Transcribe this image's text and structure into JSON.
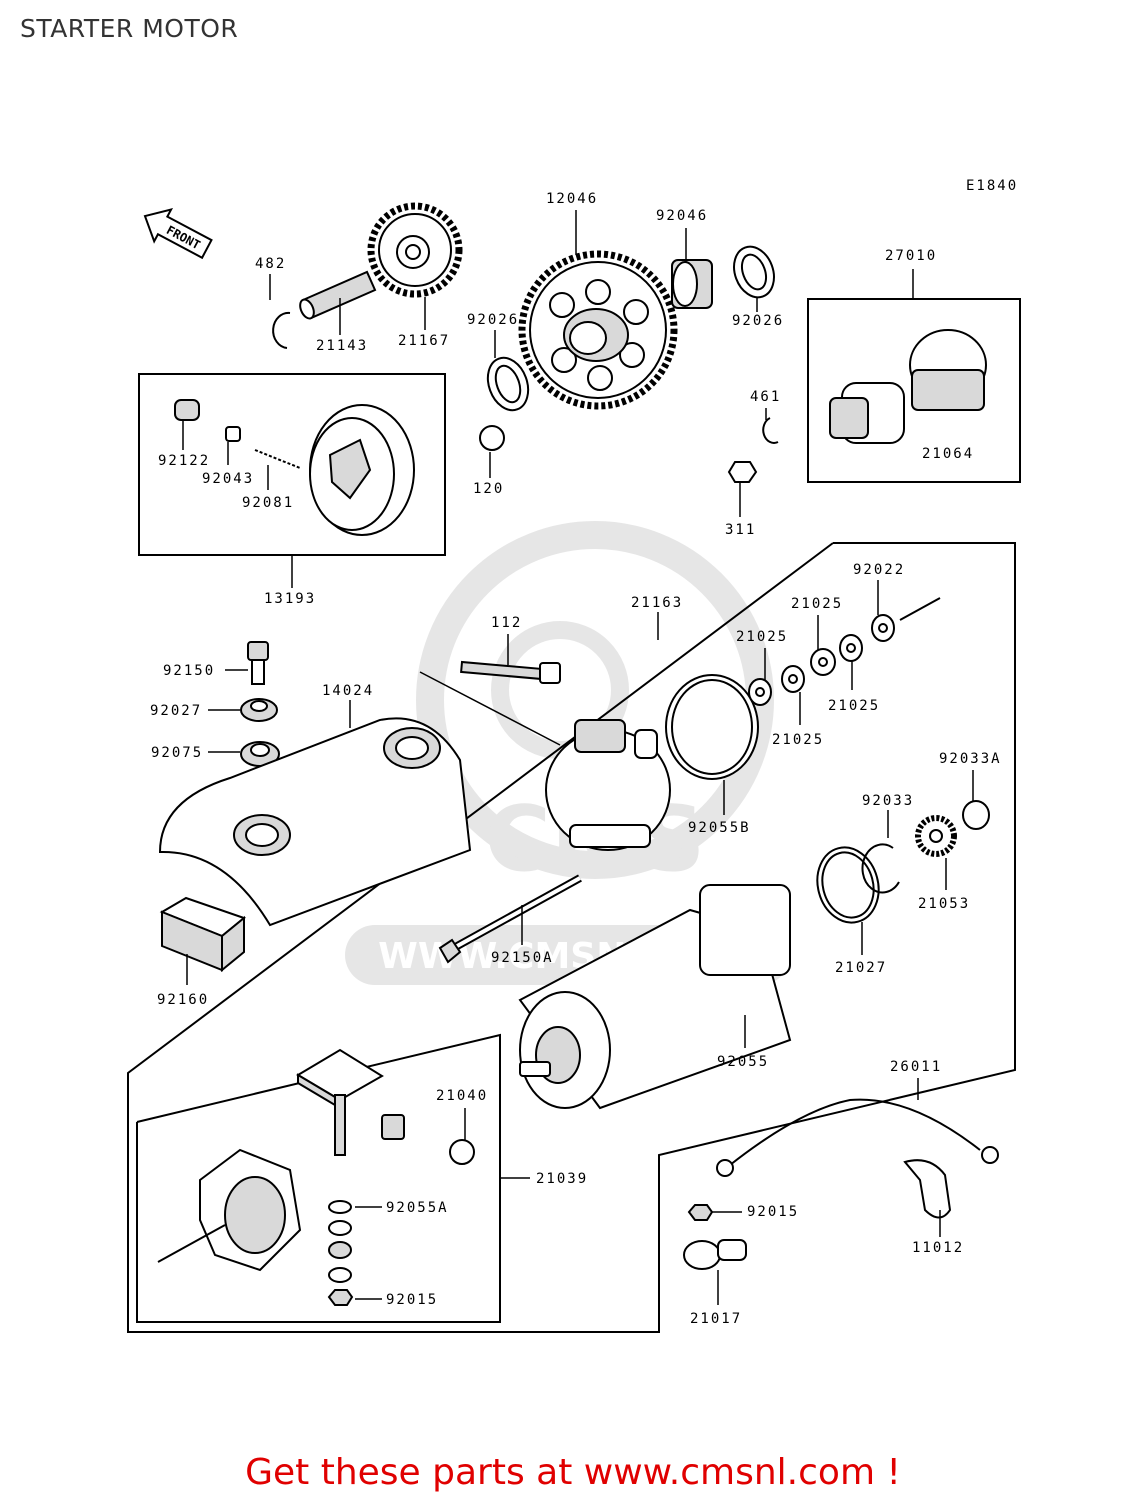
{
  "page": {
    "title": "STARTER MOTOR",
    "diagram_code": "E1840",
    "front_label": "FRONT",
    "watermark_url": "WWW.CMSNL.COM",
    "watermark_brand": "CMS",
    "cta": "Get these parts at www.cmsnl.com !"
  },
  "parts": {
    "p482": "482",
    "p21143": "21143",
    "p21167": "21167",
    "p12046": "12046",
    "p92046": "92046",
    "p92026a": "92026",
    "p92026b": "92026",
    "p27010": "27010",
    "p461": "461",
    "p21064": "21064",
    "p311": "311",
    "p92122": "92122",
    "p92043": "92043",
    "p92081": "92081",
    "p120": "120",
    "p13193": "13193",
    "p112": "112",
    "p21163": "21163",
    "p92022": "92022",
    "p21025a": "21025",
    "p21025b": "21025",
    "p21025c": "21025",
    "p21025d": "21025",
    "p92150": "92150",
    "p92027": "92027",
    "p92075": "92075",
    "p14024": "14024",
    "p92055B": "92055B",
    "p92033A": "92033A",
    "p92033": "92033",
    "p21053": "21053",
    "p21027": "21027",
    "p92150A": "92150A",
    "p92160": "92160",
    "p92055": "92055",
    "p26011": "26011",
    "p21040": "21040",
    "p21039": "21039",
    "p92055A": "92055A",
    "p92015a": "92015",
    "p92015b": "92015",
    "p11012": "11012",
    "p21017": "21017"
  }
}
